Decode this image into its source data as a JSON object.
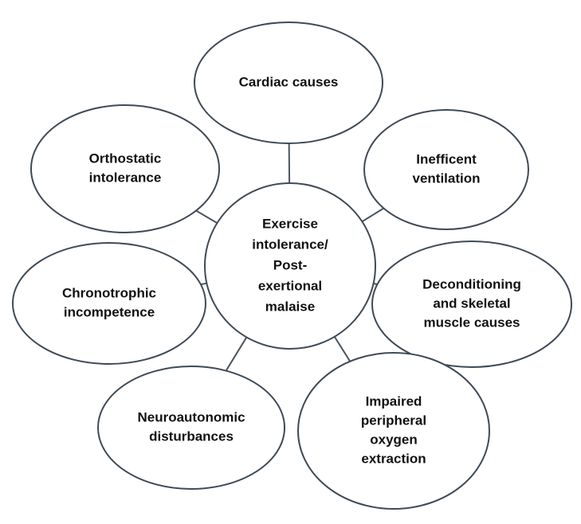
{
  "diagram": {
    "center": {
      "lines": [
        "Exercise",
        "intolerance/",
        "Post-",
        "exertional",
        "malaise"
      ]
    },
    "nodes": [
      {
        "id": "cardiac-causes",
        "lines": [
          "Cardiac causes"
        ]
      },
      {
        "id": "inefficient-ventilation",
        "lines": [
          "Inefficent",
          "ventilation"
        ]
      },
      {
        "id": "deconditioning-skeletal-muscle",
        "lines": [
          "Deconditioning",
          "and skeletal",
          "muscle causes"
        ]
      },
      {
        "id": "impaired-peripheral-oxygen-extraction",
        "lines": [
          "Impaired",
          "peripheral",
          "oxygen",
          "extraction"
        ]
      },
      {
        "id": "neuroautonomic-disturbances",
        "lines": [
          "Neuroautonomic",
          "disturbances"
        ]
      },
      {
        "id": "chronotrophic-incompetence",
        "lines": [
          "Chronotrophic",
          "incompetence"
        ]
      },
      {
        "id": "orthostatic-intolerance",
        "lines": [
          "Orthostatic",
          "intolerance"
        ]
      }
    ],
    "colors": {
      "stroke": "#3f4a55",
      "fill": "#ffffff",
      "text": "#111111"
    }
  }
}
